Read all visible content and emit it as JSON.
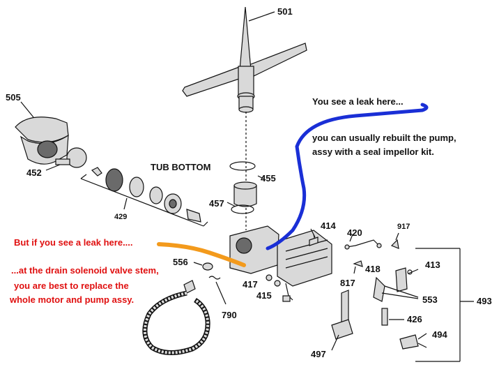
{
  "colors": {
    "note_black": "#111111",
    "note_red": "#e01010",
    "blue_stroke": "#1a2fd6",
    "orange_stroke": "#f39a1c"
  },
  "labels": {
    "p501": "501",
    "p505": "505",
    "p452": "452",
    "p429": "429",
    "p455": "455",
    "p457": "457",
    "p414": "414",
    "p420": "420",
    "p917": "917",
    "p556": "556",
    "p417": "417",
    "p415": "415",
    "p817": "817",
    "p418": "418",
    "p413": "413",
    "p553": "553",
    "p493": "493",
    "p426": "426",
    "p494": "494",
    "p790": "790",
    "p497": "497",
    "tub_bottom": "TUB BOTTOM"
  },
  "notes": {
    "blue_1": "You see a leak here...",
    "blue_2": "you can usually rebuilt the pump,",
    "blue_3": "assy with a seal impellor kit.",
    "red_1": "But if you see a leak here....",
    "red_2": "...at the drain solenoid valve stem,",
    "red_3": "you are best to replace the",
    "red_4": "whole motor and pump assy."
  }
}
